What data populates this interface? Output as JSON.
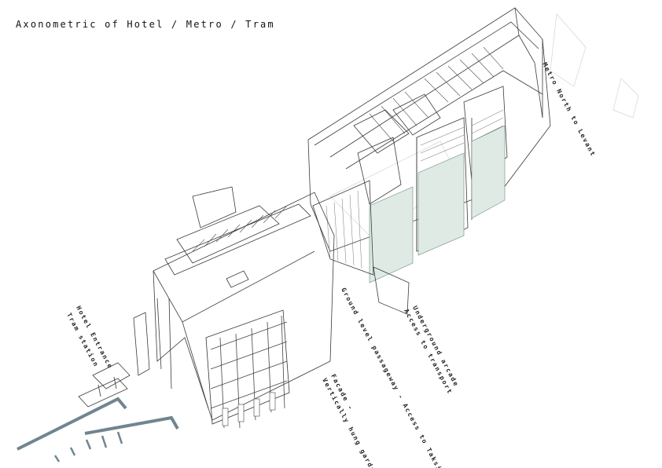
{
  "title": "Axonometric of Hotel / Metro / Tram",
  "labels": {
    "metro_north": "Metro North to Levant",
    "ground_level": "Ground level passageway - Access to Taksim",
    "underground_arcade": "Underground arcade",
    "access_transport": "Access to transport",
    "facade": "Facade -",
    "vertically_hung": "Vertically hung gardens",
    "hotel_entrance": "Hotel Entrance",
    "tram_station": "Tram station"
  },
  "colors": {
    "line": "#3a3a3a",
    "light_line": "#9a9a9a",
    "glass_fill": "#dfeae4",
    "tram_rail": "#6f8590"
  }
}
